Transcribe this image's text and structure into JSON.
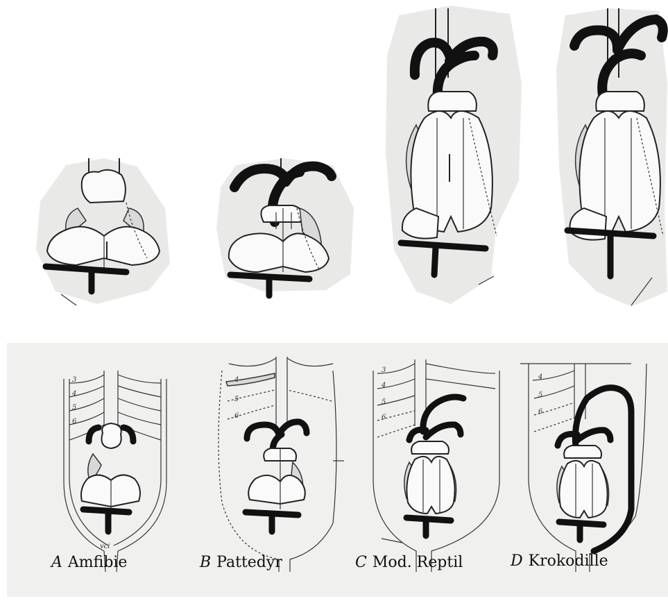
{
  "figure": {
    "panels": [
      {
        "letter": "A",
        "label": "Amfibie"
      },
      {
        "letter": "B",
        "label": "Pattedyr"
      },
      {
        "letter": "C",
        "label": "Mod. Reptil"
      },
      {
        "letter": "D",
        "label": "Krokodille"
      }
    ],
    "arch_numbers": [
      "3",
      "4",
      "5",
      "6"
    ],
    "vein_label": "vci"
  },
  "colors": {
    "ink": "#222222",
    "panel_background": "#f0f0ee",
    "blob_background": "#e9e9e7"
  }
}
